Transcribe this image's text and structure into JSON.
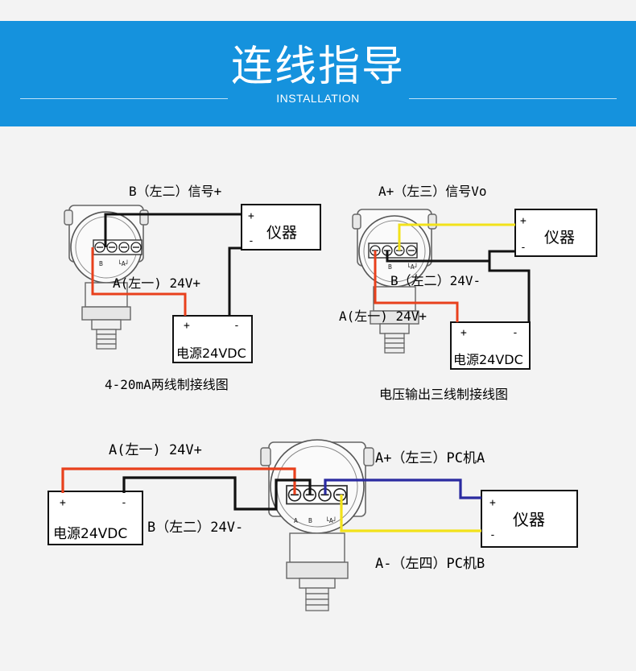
{
  "header": {
    "title": "连线指导",
    "subtitle": "INSTALLATION"
  },
  "colors": {
    "banner": "#1592dd",
    "wire_red": "#e8401c",
    "wire_black": "#111111",
    "wire_yellow": "#f2e21a",
    "wire_blue": "#2a2aa0"
  },
  "diagram1": {
    "signal_label": "B（左二）信号+",
    "power_label": "A(左一) 24V+",
    "instrument": {
      "plus": "+",
      "minus": "-",
      "name": "仪器"
    },
    "power_box": {
      "plus": "+",
      "minus": "-",
      "name": "电源24VDC"
    },
    "terminals": {
      "b": "B",
      "a": "└A┘"
    },
    "caption": "4-20mA两线制接线图"
  },
  "diagram2": {
    "signal_label": "A+（左三）信号Vo",
    "neg_label": "B（左二）24V-",
    "power_label": "A(左一) 24V+",
    "instrument": {
      "plus": "+",
      "minus": "-",
      "name": "仪器"
    },
    "power_box": {
      "plus": "+",
      "minus": "-",
      "name": "电源24VDC"
    },
    "terminals": {
      "b": "B",
      "a": "└A┘"
    },
    "caption": "电压输出三线制接线图"
  },
  "diagram3": {
    "power_label": "A(左一) 24V+",
    "neg_label": "B（左二）24V-",
    "pca_label": "A+（左三）PC机A",
    "pcb_label": "A-（左四）PC机B",
    "power_box": {
      "plus": "+",
      "minus": "-",
      "name": "电源24VDC"
    },
    "instrument": {
      "plus": "+",
      "minus": "-",
      "name": "仪器"
    },
    "terminals": {
      "a": "A",
      "b": "B",
      "c": "└A┘"
    }
  }
}
